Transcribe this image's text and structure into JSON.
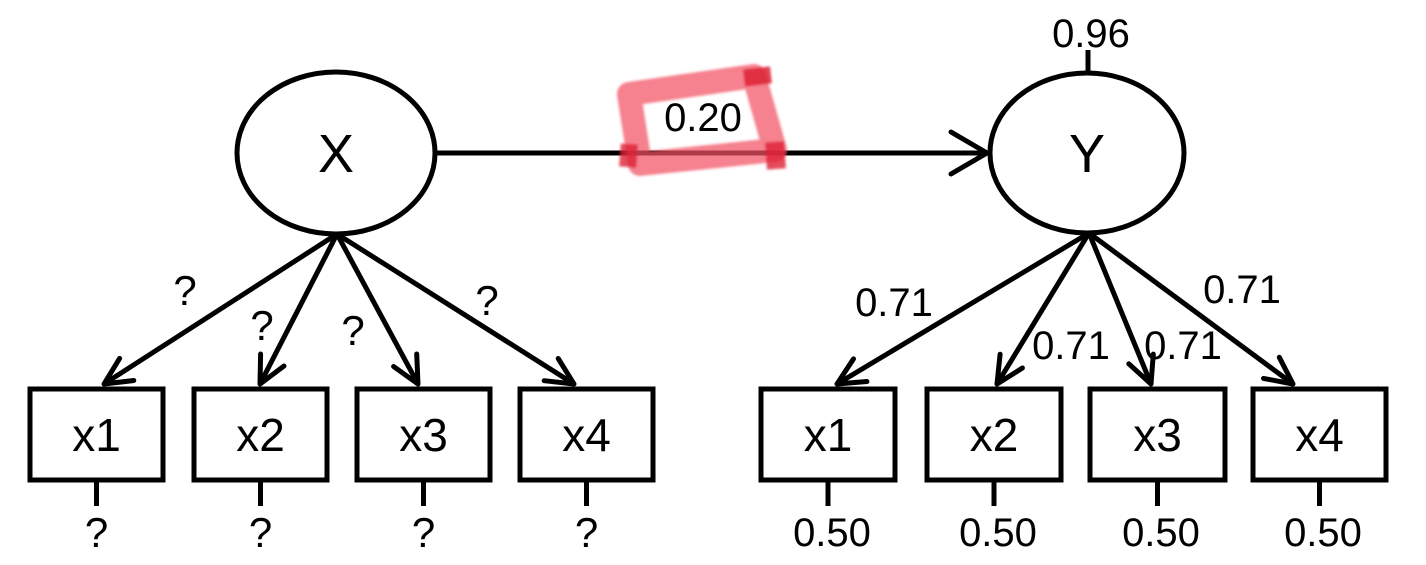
{
  "model": {
    "kind": "sem-path-diagram",
    "latent_x": {
      "label": "X"
    },
    "latent_y": {
      "label": "Y",
      "variance": "0.96"
    },
    "regression": {
      "label": "0.20",
      "from": "X",
      "to": "Y"
    },
    "x_indicators": [
      {
        "label": "x1",
        "loading": "?",
        "residual": "?"
      },
      {
        "label": "x2",
        "loading": "?",
        "residual": "?"
      },
      {
        "label": "x3",
        "loading": "?",
        "residual": "?"
      },
      {
        "label": "x4",
        "loading": "?",
        "residual": "?"
      }
    ],
    "y_indicators": [
      {
        "label": "x1",
        "loading": "0.71",
        "residual": "0.50"
      },
      {
        "label": "x2",
        "loading": "0.71",
        "residual": "0.50"
      },
      {
        "label": "x3",
        "loading": "0.71",
        "residual": "0.50"
      },
      {
        "label": "x4",
        "loading": "0.71",
        "residual": "0.50"
      }
    ],
    "colors": {
      "line": "#000000",
      "background": "#ffffff",
      "highlight": "#f25063",
      "highlight_dark": "#dd2136"
    }
  }
}
